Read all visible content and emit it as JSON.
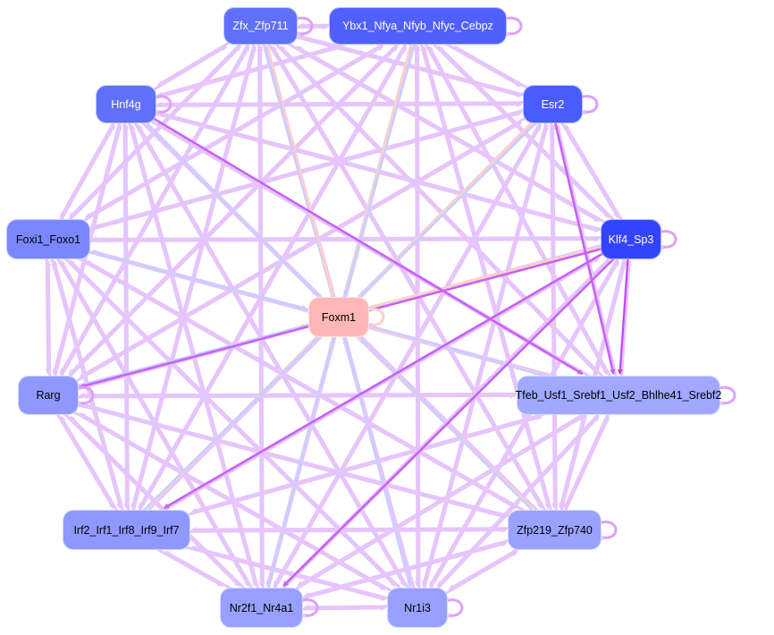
{
  "nodes": [
    {
      "id": "zfx",
      "label": "Zfx_Zfp711",
      "color": "#6070f8",
      "text": "light"
    },
    {
      "id": "ybx1",
      "label": "Ybx1_Nfya_Nfyb_Nfyc_Cebpz",
      "color": "#5060ff",
      "text": "light"
    },
    {
      "id": "hnf4g",
      "label": "Hnf4g",
      "color": "#6070f8",
      "text": "light"
    },
    {
      "id": "esr2",
      "label": "Esr2",
      "color": "#4a5cff",
      "text": "light"
    },
    {
      "id": "foxi1",
      "label": "Foxi1_Foxo1",
      "color": "#7a88ff",
      "text": "dark"
    },
    {
      "id": "klf4",
      "label": "Klf4_Sp3",
      "color": "#3344ff",
      "text": "light"
    },
    {
      "id": "foxm1",
      "label": "Foxm1",
      "color": "#ffb6b6",
      "text": "dark"
    },
    {
      "id": "rarg",
      "label": "Rarg",
      "color": "#8f98ff",
      "text": "dark"
    },
    {
      "id": "tfeb",
      "label": "Tfeb_Usf1_Srebf1_Usf2_Bhlhe41_Srebf2",
      "color": "#a0a8ff",
      "text": "dark"
    },
    {
      "id": "irf2",
      "label": "Irf2_Irf1_Irf8_Irf9_Irf7",
      "color": "#8f98ff",
      "text": "dark"
    },
    {
      "id": "zfp219",
      "label": "Zfp219_Zfp740",
      "color": "#9aa2ff",
      "text": "dark"
    },
    {
      "id": "nr2f1",
      "label": "Nr2f1_Nr4a1",
      "color": "#98a0ff",
      "text": "dark"
    },
    {
      "id": "nr1i3",
      "label": "Nr1i3",
      "color": "#98a0ff",
      "text": "dark"
    }
  ],
  "colors": {
    "default_edge": "#e6c4fc",
    "blue_edge": "#c8d0ff",
    "peach_edge": "#ffd0c8",
    "purple_edge": "#c860f8",
    "strong_edge": "#c040ff"
  },
  "edges_highlight": [
    [
      "hnf4g",
      "foxm1",
      "blue_edge"
    ],
    [
      "zfx",
      "foxm1",
      "blue_edge"
    ],
    [
      "zfx",
      "foxm1",
      "peach_edge"
    ],
    [
      "ybx1",
      "foxm1",
      "peach_edge"
    ],
    [
      "ybx1",
      "foxm1",
      "blue_edge"
    ],
    [
      "esr2",
      "foxm1",
      "peach_edge"
    ],
    [
      "esr2",
      "foxm1",
      "blue_edge"
    ],
    [
      "klf4",
      "foxm1",
      "blue_edge"
    ],
    [
      "foxm1",
      "klf4",
      "peach_edge"
    ],
    [
      "foxi1",
      "foxm1",
      "blue_edge"
    ],
    [
      "rarg",
      "foxm1",
      "blue_edge"
    ],
    [
      "foxm1",
      "tfeb",
      "peach_edge"
    ],
    [
      "tfeb",
      "foxm1",
      "blue_edge"
    ],
    [
      "foxm1",
      "zfp219",
      "peach_edge"
    ],
    [
      "zfp219",
      "foxm1",
      "blue_edge"
    ],
    [
      "foxm1",
      "irf2",
      "peach_edge"
    ],
    [
      "irf2",
      "foxm1",
      "blue_edge"
    ],
    [
      "nr2f1",
      "foxm1",
      "blue_edge"
    ],
    [
      "nr1i3",
      "foxm1",
      "blue_edge"
    ],
    [
      "klf4",
      "tfeb",
      "strong_edge"
    ],
    [
      "klf4",
      "rarg",
      "purple_edge"
    ],
    [
      "klf4",
      "irf2",
      "purple_edge"
    ],
    [
      "klf4",
      "nr2f1",
      "purple_edge"
    ],
    [
      "esr2",
      "tfeb",
      "purple_edge"
    ],
    [
      "hnf4g",
      "tfeb",
      "purple_edge"
    ]
  ],
  "self_loops": [
    "zfx",
    "ybx1",
    "hnf4g",
    "esr2",
    "klf4",
    "foxm1",
    "rarg",
    "tfeb",
    "zfp219",
    "nr2f1",
    "nr1i3"
  ]
}
